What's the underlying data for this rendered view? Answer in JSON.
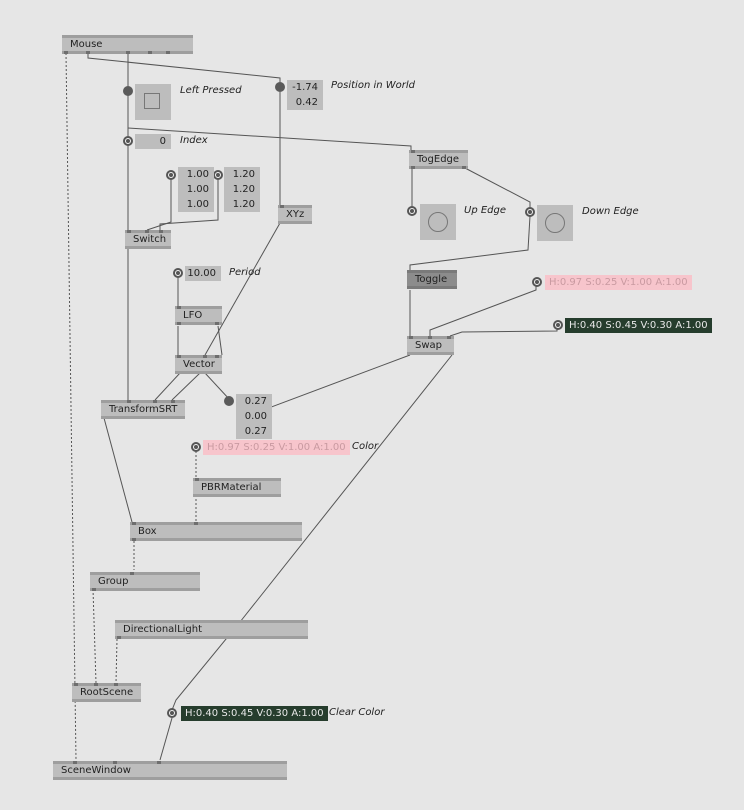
{
  "nodes": {
    "mouse": "Mouse",
    "switch": "Switch",
    "xyz": "XYz",
    "togedge": "TogEdge",
    "toggle": "Toggle",
    "lfo": "LFO",
    "vector": "Vector",
    "swap": "Swap",
    "transformsrt": "TransformSRT",
    "pbrmaterial": "PBRMaterial",
    "box": "Box",
    "group": "Group",
    "directionallight": "DirectionalLight",
    "rootscene": "RootScene",
    "scenewindow": "SceneWindow"
  },
  "captions": {
    "left_pressed": "Left Pressed",
    "position_in_world": "Position in World",
    "index": "Index",
    "up_edge": "Up Edge",
    "down_edge": "Down Edge",
    "period": "Period",
    "color": "Color",
    "clear_color": "Clear Color"
  },
  "values": {
    "position": [
      "-1.74",
      "0.42"
    ],
    "index": "0",
    "switch_a": [
      "1.00",
      "1.00",
      "1.00"
    ],
    "switch_b": [
      "1.20",
      "1.20",
      "1.20"
    ],
    "period": "10.00",
    "vector_out": [
      "0.27",
      "0.00",
      "0.27"
    ]
  },
  "colors": {
    "swap_a_label": "H:0.97 S:0.25 V:1.00 A:1.00",
    "swap_b_label": "H:0.40 S:0.45 V:0.30 A:1.00",
    "material_color_label": "H:0.97 S:0.25 V:1.00 A:1.00",
    "clear_color_label": "H:0.40 S:0.45 V:0.30 A:1.00",
    "pink_swatch": "#f7c5cc",
    "green_swatch": "#263d2d",
    "node_fill": "#bdbdbd",
    "background": "#e6e6e6"
  }
}
